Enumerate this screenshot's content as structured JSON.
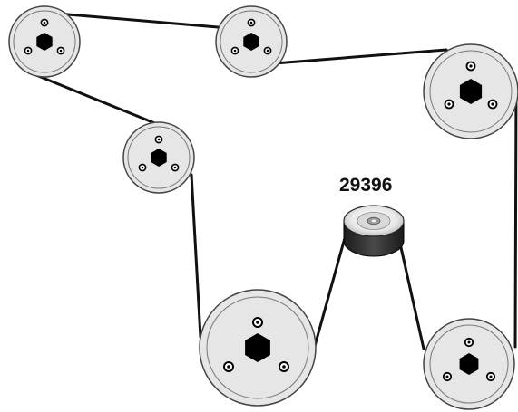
{
  "diagram": {
    "part_number": "29396",
    "colors": {
      "background": "#ffffff",
      "belt": "#111111",
      "pulley_face": "#e6e6e6",
      "pulley_rim": "#444444",
      "hub": "#000000",
      "idler_body": "#2b2b2b",
      "idler_face": "#f2f2f2"
    },
    "components": [
      {
        "name": "pulley-top-left",
        "type": "pulley",
        "bolt_holes": 3
      },
      {
        "name": "pulley-top-center",
        "type": "pulley",
        "bolt_holes": 3
      },
      {
        "name": "pulley-top-right",
        "type": "pulley",
        "bolt_holes": 3
      },
      {
        "name": "pulley-middle-left",
        "type": "pulley",
        "bolt_holes": 3
      },
      {
        "name": "pulley-crankshaft",
        "type": "pulley",
        "bolt_holes": 3
      },
      {
        "name": "pulley-bottom-right",
        "type": "pulley",
        "bolt_holes": 3
      },
      {
        "name": "idler-pulley",
        "type": "idler",
        "highlighted": true
      }
    ]
  }
}
